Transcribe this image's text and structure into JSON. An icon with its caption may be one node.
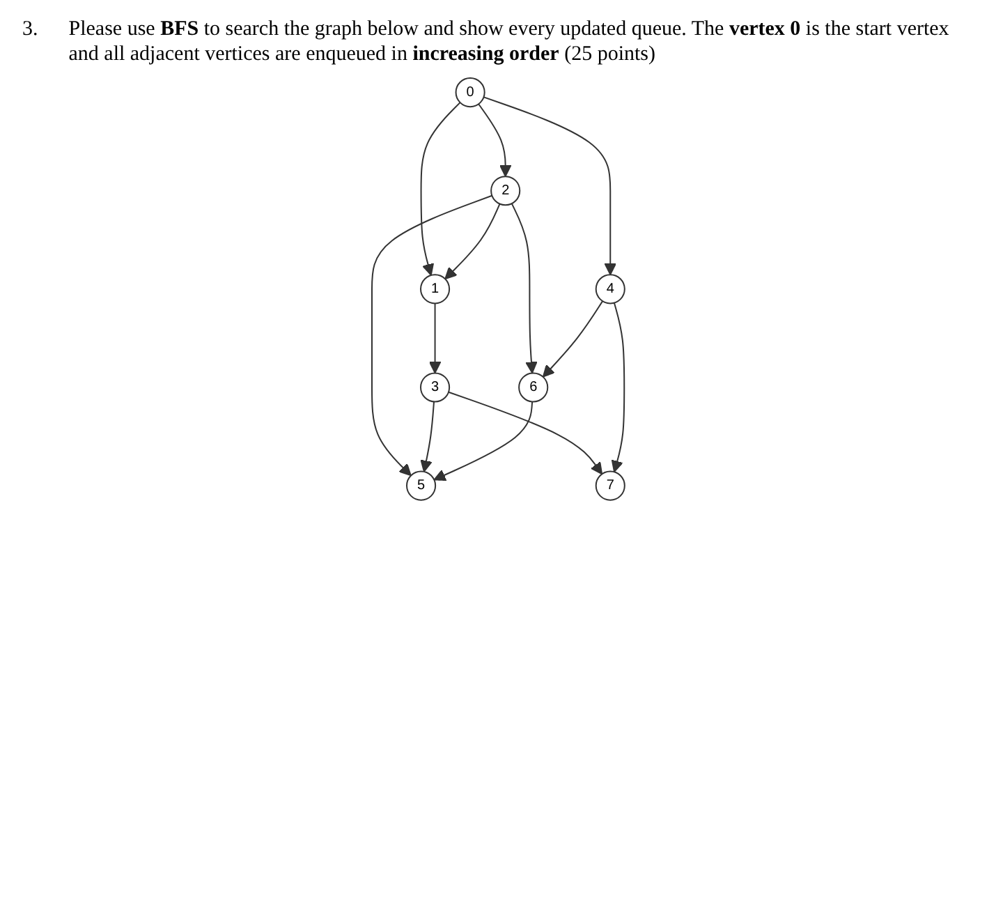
{
  "diagram": {
    "title": "Please use **BFS** to search the graph below and show every updated queue. The **vertex 0** is the start vertex and all adjacent vertices are enqueued in **increasing order** (25 points)",
    "nodes": [
      {
        "text": [
          "0"
        ]
      },
      {
        "text": [
          "1"
        ]
      },
      {
        "text": [
          "2"
        ]
      },
      {
        "text": [
          "3"
        ]
      },
      {
        "text": [
          "4"
        ]
      },
      {
        "text": [
          "5"
        ]
      },
      {
        "text": [
          "6"
        ]
      },
      {
        "text": [
          "7"
        ]
      }
    ],
    "edges": [
      {
        "from": 0,
        "to": 1,
        "arrow": "to"
      },
      {
        "from": 0,
        "to": 2,
        "arrow": "to"
      },
      {
        "from": 0,
        "to": 4,
        "arrow": "to"
      },
      {
        "from": 2,
        "to": 1,
        "arrow": "to"
      },
      {
        "from": 1,
        "to": 3,
        "arrow": "to"
      },
      {
        "from": 2,
        "to": 5,
        "arrow": "to"
      },
      {
        "from": 2,
        "to": 6,
        "arrow": "to"
      },
      {
        "from": 3,
        "to": 5,
        "arrow": "to"
      },
      {
        "from": 3,
        "to": 7,
        "arrow": "to"
      },
      {
        "from": 4,
        "to": 6,
        "arrow": "to"
      },
      {
        "from": 4,
        "to": 7,
        "arrow": "to"
      },
      {
        "from": 6,
        "to": 5,
        "arrow": "to"
      }
    ],
    "labels": [
      "3."
    ]
  }
}
